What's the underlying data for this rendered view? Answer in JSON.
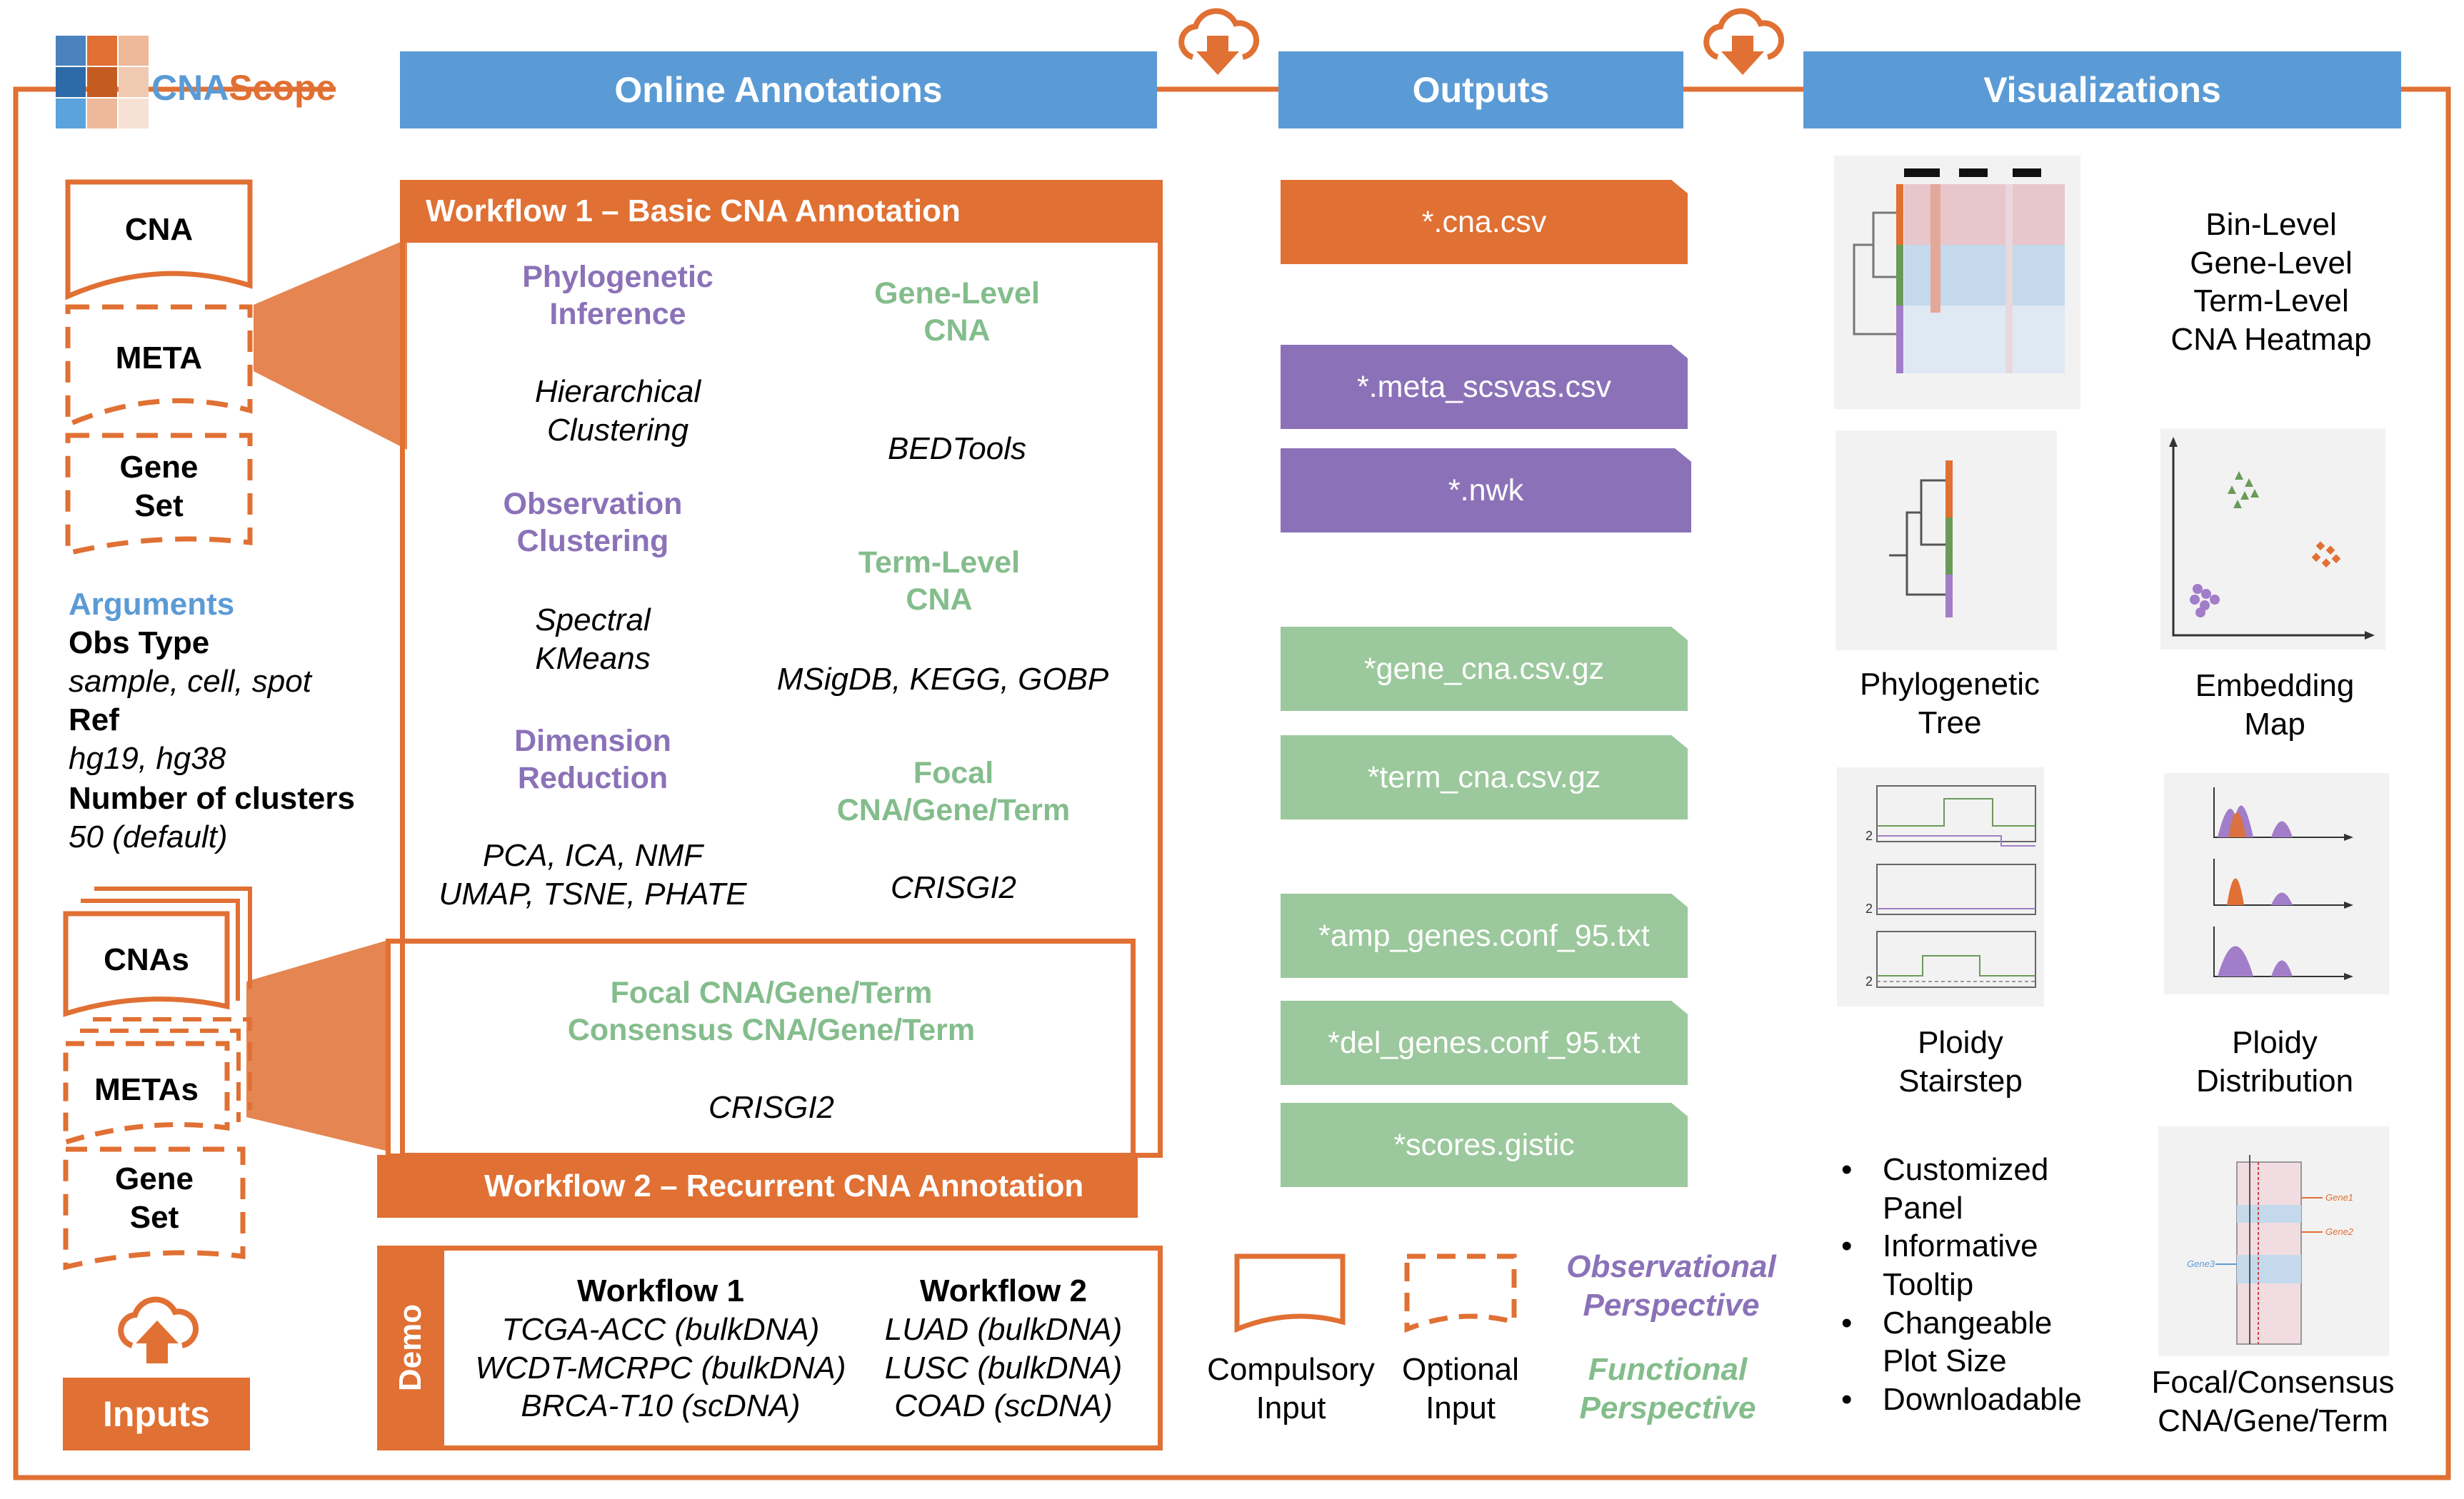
{
  "logo": {
    "text_prefix": "CNA",
    "text_suffix": "Scope"
  },
  "headers": {
    "online": "Online Annotations",
    "outputs": "Outputs",
    "visualizations": "Visualizations"
  },
  "inputs": {
    "cna": "CNA",
    "meta": "META",
    "gene_set": "Gene\nSet",
    "cnas": "CNAs",
    "metas": "METAs",
    "gene_set2": "Gene\nSet",
    "button": "Inputs"
  },
  "arguments": {
    "title": "Arguments",
    "obs_type_label": "Obs Type",
    "obs_type_value": "sample, cell, spot",
    "ref_label": "Ref",
    "ref_value": "hg19, hg38",
    "clusters_label": "Number of clusters",
    "clusters_value": "50 (default)"
  },
  "workflow1": {
    "title": "Workflow 1 – Basic CNA Annotation",
    "phylo": "Phylogenetic\nInference",
    "phylo_method": "Hierarchical\nClustering",
    "obs": "Observation\nClustering",
    "obs_method": "Spectral\nKMeans",
    "dim": "Dimension\nReduction",
    "dim_method": "PCA, ICA, NMF\nUMAP, TSNE, PHATE",
    "gene": "Gene-Level\nCNA",
    "gene_method": "BEDTools",
    "term": "Term-Level\nCNA",
    "term_method": "MSigDB, KEGG, GOBP",
    "focal": "Focal\nCNA/Gene/Term",
    "focal_method": "CRISGI2"
  },
  "workflow2": {
    "title": "Workflow 2 – Recurrent CNA Annotation",
    "text": "Focal CNA/Gene/Term\nConsensus CNA/Gene/Term",
    "method": "CRISGI2"
  },
  "demo": {
    "label": "Demo",
    "wf1_title": "Workflow 1",
    "wf1_items": "TCGA-ACC (bulkDNA)\nWCDT-MCRPC (bulkDNA)\nBRCA-T10 (scDNA)",
    "wf2_title": "Workflow 2",
    "wf2_items": "LUAD (bulkDNA)\nLUSC (bulkDNA)\nCOAD (scDNA)"
  },
  "outputs": [
    {
      "label": "*.cna.csv",
      "kind": "orange"
    },
    {
      "label": "*.meta_scsvas.csv",
      "kind": "purple"
    },
    {
      "label": "*.nwk",
      "kind": "purple"
    },
    {
      "label": "*gene_cna.csv.gz",
      "kind": "green"
    },
    {
      "label": "*term_cna.csv.gz",
      "kind": "green"
    },
    {
      "label": "*amp_genes.conf_95.txt",
      "kind": "green"
    },
    {
      "label": "*del_genes.conf_95.txt",
      "kind": "green"
    },
    {
      "label": "*scores.gistic",
      "kind": "green"
    }
  ],
  "legend": {
    "compulsory": "Compulsory\nInput",
    "optional": "Optional\nInput",
    "observational": "Observational\nPerspective",
    "functional": "Functional\nPerspective"
  },
  "visualizations": {
    "heatmap": "Bin-Level\nGene-Level\nTerm-Level\nCNA Heatmap",
    "tree": "Phylogenetic\nTree",
    "embedding": "Embedding\nMap",
    "stairstep": "Ploidy\nStairstep",
    "distribution": "Ploidy\nDistribution",
    "features": [
      "Customized\nPanel",
      "Informative\nTooltip",
      "Changeable\nPlot Size",
      "Downloadable"
    ],
    "focal": "Focal/Consensus\nCNA/Gene/Term",
    "gene_labels": [
      "Gene1",
      "Gene2",
      "Gene3"
    ],
    "ploidy_tick": "2"
  },
  "colors": {
    "orange": "#e07033",
    "blue": "#5b9bd5",
    "purple": "#8b72b8",
    "green": "#84bd8c"
  }
}
